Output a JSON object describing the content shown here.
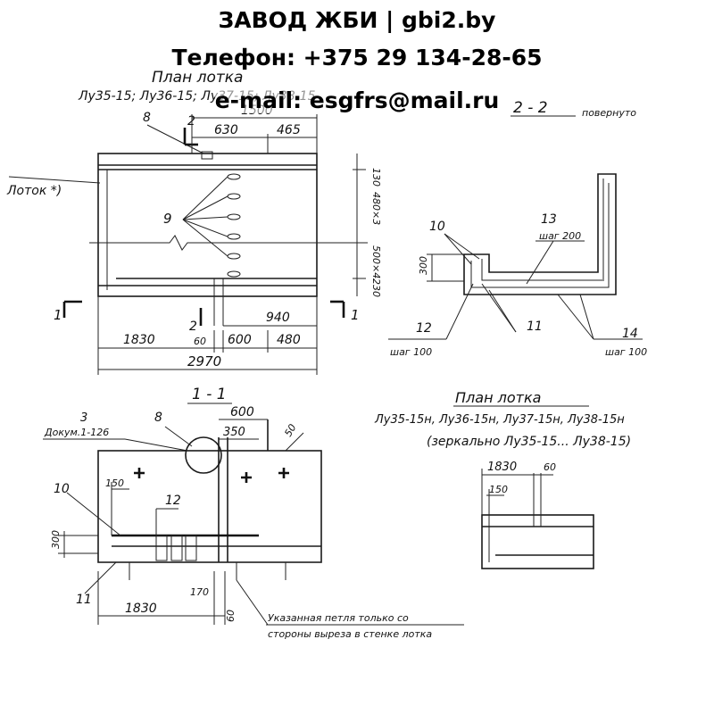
{
  "header": {
    "line1": "ЗАВОД ЖБИ | gbi2.by",
    "line2": "Телефон: +375 29 134-28-65",
    "line3": "e-mail: esgfrs@mail.ru"
  },
  "plan_top": {
    "title": "План лотка",
    "subtitle": "Лу35-15; Лу36-15; Лу37-15; Лу38-15",
    "label_lotok": "Лоток *)",
    "dims": {
      "d1500": "1500",
      "d630": "630",
      "d465": "465",
      "d130": "130",
      "d480x3": "480×3",
      "d500x4": "500×4",
      "d230": "230",
      "d940": "940",
      "d1830": "1830",
      "d60": "60",
      "d600": "600",
      "d480": "480",
      "d2970": "2970"
    },
    "marks": {
      "m8": "8",
      "m2a": "2",
      "m2b": "2",
      "m9": "9",
      "m1a": "1",
      "m1b": "1"
    }
  },
  "section_22": {
    "title": "2 - 2",
    "note": "повернуто",
    "marks": {
      "m10": "10",
      "m13": "13",
      "m12": "12",
      "m11": "11",
      "m14": "14"
    },
    "dims": {
      "d300": "300"
    },
    "steps": {
      "s200": "шаг 200",
      "s100a": "шаг 100",
      "s100b": "шаг 100"
    }
  },
  "section_11": {
    "title": "1 - 1",
    "ref3": "3",
    "ref_doc": "Докум.1-126",
    "marks": {
      "m8": "8",
      "m10": "10",
      "m12": "12",
      "m11": "11"
    },
    "dims": {
      "d600": "600",
      "d350": "350",
      "d50": "50",
      "d150": "150",
      "d300": "300",
      "d170": "170",
      "d1830": "1830",
      "d60": "60"
    },
    "note_line1": "Указанная петля только со",
    "note_line2": "стороны выреза в стенке лотка"
  },
  "plan_mirror": {
    "title": "План лотка",
    "subtitle": "Лу35-15н, Лу36-15н, Лу37-15н, Лу38-15н",
    "mirror_note": "(зеркально Лу35-15... Лу38-15)",
    "dims": {
      "d1830": "1830",
      "d60": "60",
      "d150": "150"
    }
  }
}
